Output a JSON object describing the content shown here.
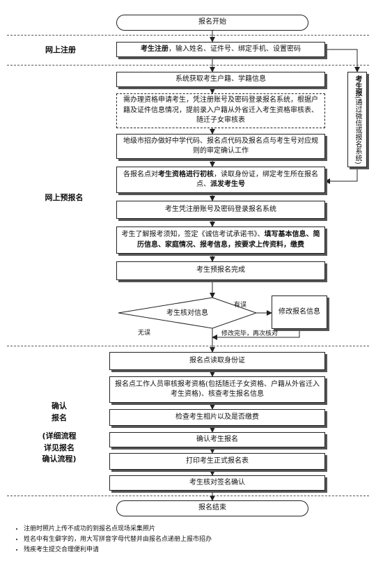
{
  "start": "报名开始",
  "end": "报名结束",
  "sections": {
    "online_register": "网上注册",
    "online_prereg": "网上预报名",
    "confirm_line1": "确认",
    "confirm_line2": "报名",
    "confirm_note1": "(详细流程",
    "confirm_note2": "详见报名",
    "confirm_note3": "确认流程)"
  },
  "steps": {
    "register_bold": "考生注册",
    "register_rest": "，输入姓名、证件号、绑定手机、设置密码",
    "fetch": "系统获取考生户籍、学籍信息",
    "qualification": "需办理资格申请考生，凭注册账号及密码登录报名系统，根据户籍及证件信息情况，提前录入户籍从外省迁入考生资格审核表、随迁子女审核表",
    "city_office": "地级市招办做好中学代码、报名点代码及报名点与考生号对应规则的审定确认工作",
    "prelim_a": "各报名点对",
    "prelim_b": "考生资格进行初核",
    "prelim_c": "，读取身份证，绑定考生所在报名点、",
    "prelim_d": "派发考生号",
    "login": "考生凭注册账号及密码登录报名系统",
    "fill_a": "考生了解报考须知，签定《诚信考试承诺书》、",
    "fill_b": "填写基本信息、简历信息、家庭情况、报考信息，按要求上传资料，缴费",
    "prereg_done": "考生预报名完成",
    "check_info": "考生核对信息",
    "modify": "修改报名信息",
    "read_id": "报名点读取身份证",
    "staff_review": "报名点工作人员审核报考资格(包括随迁子女资格、户籍从外省迁入考生资格)、核查考生报名信息",
    "photo": "检查考生相片以及是否缴费",
    "confirm": "确认考生报名",
    "print": "打印考生正式报名表",
    "sign": "考生核对签名确认"
  },
  "side_box": {
    "bold": "考生报",
    "rest": "(通过微信或报名系统)"
  },
  "edge_labels": {
    "has_error": "有误",
    "no_error": "无误",
    "modified": "修改完毕，再次核对"
  },
  "notes": [
    "注册时照片上传不成功的到报名点现场采集照片",
    "姓名中有生僻字的，用大写拼音字母代替并由报名点递册上报市招办",
    "残疾考生提交合理便利申请"
  ]
}
